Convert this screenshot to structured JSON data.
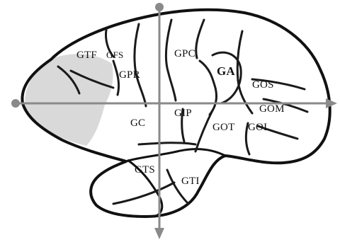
{
  "diagram": {
    "colors": {
      "outline": "#111111",
      "sulcus": "#1a1a1a",
      "axis": "#8a8a8a",
      "shaded_region": "#d9d9d9",
      "background": "#ffffff"
    },
    "labels": {
      "gtf": "GTF",
      "gfs": "GFS",
      "gpr": "GPR",
      "gpc": "GPC",
      "ga": "GA",
      "gos": "GOS",
      "gom": "GOM",
      "gc": "GC",
      "gip": "GIP",
      "got": "GOT",
      "goi": "GOI",
      "gts": "GTS",
      "gti": "GTI"
    }
  }
}
